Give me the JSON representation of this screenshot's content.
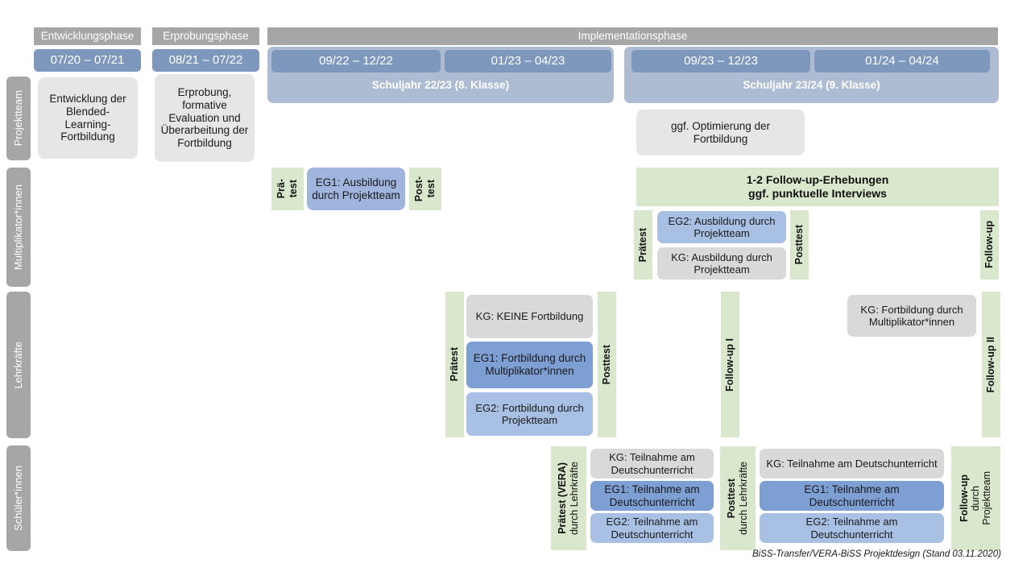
{
  "title": "BiSS-Transfer/VERA-BiSS Projektdesign",
  "colors": {
    "header_grey": "#a6a6a6",
    "period_blue": "#7e98bd",
    "schoolyear_blue": "#adbcd2",
    "box_grey": "#e7e6e6",
    "box_grey_dark": "#d9d9d9",
    "blue_mid": "#9fb5dd",
    "blue_light": "#a8c0e4",
    "blue_dark": "#7e9fd4",
    "green": "#d9e7cd"
  },
  "phases": [
    {
      "label": "Entwicklungsphase"
    },
    {
      "label": "Erprobungsphase"
    },
    {
      "label": "Implementationsphase"
    }
  ],
  "periods": [
    {
      "label": "07/20 – 07/21"
    },
    {
      "label": "08/21 – 07/22"
    },
    {
      "label": "09/22 – 12/22"
    },
    {
      "label": "01/23 – 04/23"
    },
    {
      "label": "09/23 – 12/23"
    },
    {
      "label": "01/24 – 04/24"
    }
  ],
  "school_years": [
    {
      "label": "Schuljahr 22/23 (8. Klasse)"
    },
    {
      "label": "Schuljahr 23/24 (9. Klasse)"
    }
  ],
  "rows": [
    {
      "label": "Projektteam"
    },
    {
      "label": "Multiplikator*innen"
    },
    {
      "label": "Lehrkräfte"
    },
    {
      "label": "Schüler*innen"
    }
  ],
  "projektteam": {
    "entwicklung": "Entwicklung der Blended-Learning-Fortbildung",
    "erprobung": "Erprobung, formative Evaluation und Überarbeitung der Fortbildung",
    "optimierung": "ggf. Optimierung der Fortbildung"
  },
  "multiplikatoren": {
    "praetest_1": "Prä-",
    "praetest_2": "test",
    "eg1": "EG1: Ausbildung durch Projektteam",
    "posttest_1": "Post-",
    "posttest_2": "test",
    "followup_banner_line1": "1-2 Follow-up-Erhebungen",
    "followup_banner_line2": "ggf. punktuelle Interviews",
    "praetest_2023": "Prätest",
    "eg2": "EG2: Ausbildung durch Projektteam",
    "kg": "KG: Ausbildung durch Projektteam",
    "posttest_2023": "Posttest",
    "followup": "Follow-up"
  },
  "lehrkraefte": {
    "praetest": "Prätest",
    "kg_keine": "KG:  KEINE Fortbildung",
    "eg1": "EG1: Fortbildung durch Multiplikator*innen",
    "eg2": "EG2: Fortbildung durch Projektteam",
    "posttest": "Posttest",
    "followup_1": "Follow-up I",
    "kg_fortbildung": "KG: Fortbildung durch Multiplikator*innen",
    "followup_2": "Follow-up II"
  },
  "schueler": {
    "praetest_bold": "Prätest (VERA)",
    "praetest_reg": "durch Lehrkräfte",
    "kg_left": "KG: Teilnahme am Deutschunterricht",
    "eg1_left": "EG1: Teilnahme am Deutschunterricht",
    "eg2_left": "EG2: Teilnahme am Deutschunterricht",
    "posttest_bold": "Posttest",
    "posttest_reg": "durch Lehrkräfte",
    "kg_right": "KG: Teilnahme am Deutschunterricht",
    "eg1_right": "EG1: Teilnahme am Deutschunterricht",
    "eg2_right": "EG2: Teilnahme am Deutschunterricht",
    "followup_bold": "Follow-up",
    "followup_reg1": "durch",
    "followup_reg2": "Projektteam"
  },
  "footer": "BiSS-Transfer/VERA-BiSS Projektdesign (Stand 03.11.2020)"
}
